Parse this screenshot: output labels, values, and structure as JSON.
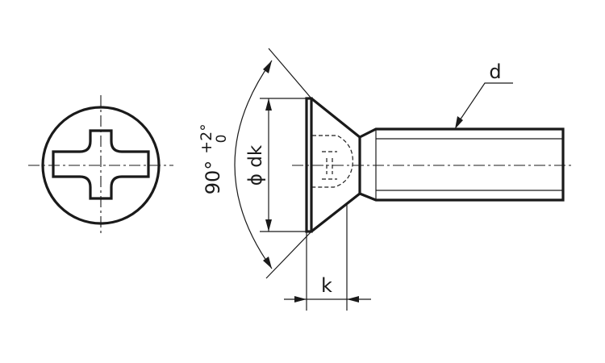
{
  "labels": {
    "thread_diameter": "d",
    "head_diameter": "ϕ dk",
    "head_height": "k",
    "angle_value": "90°",
    "tolerance_upper": "+2°",
    "tolerance_lower": "0"
  }
}
